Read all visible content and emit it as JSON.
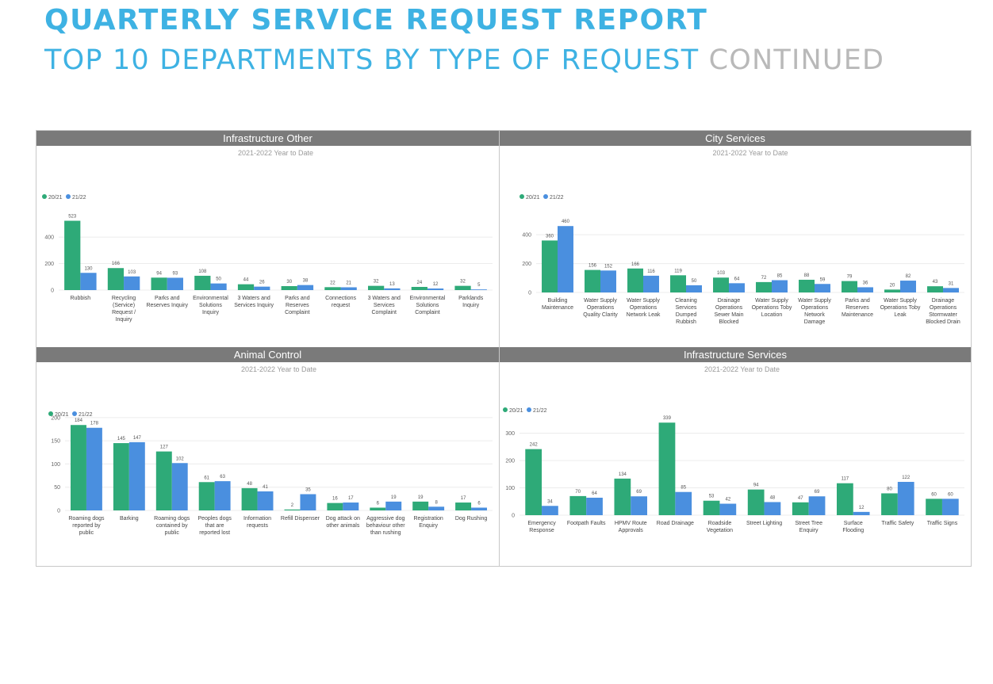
{
  "header": {
    "title": "QUARTERLY SERVICE REQUEST REPORT",
    "subtitle_main": "TOP 10 DEPARTMENTS BY TYPE OF REQUEST",
    "subtitle_continued": "CONTINUED"
  },
  "colors": {
    "series_2021": "#2eaa78",
    "series_2122": "#4a8fdf",
    "panel_header": "#7a7a7a"
  },
  "chart_data": [
    {
      "type": "bar",
      "title": "Infrastructure Other",
      "subtitle": "2021-2022 Year to Date",
      "legend": "top-left",
      "ylim": [
        0,
        580
      ],
      "yticks": [
        0,
        200,
        400
      ],
      "categories": [
        [
          "Rubbish"
        ],
        [
          "Recycling",
          "(Service)",
          "Request /",
          "Inquiry"
        ],
        [
          "Parks and",
          "Reserves Inquiry"
        ],
        [
          "Environmental",
          "Solutions",
          "Inquiry"
        ],
        [
          "3 Waters and",
          "Services Inquiry"
        ],
        [
          "Parks and",
          "Reserves",
          "Complaint"
        ],
        [
          "Connections",
          "request"
        ],
        [
          "3 Waters and",
          "Services",
          "Complaint"
        ],
        [
          "Environmental",
          "Solutions",
          "Complaint"
        ],
        [
          "Parklands",
          "Inquiry"
        ]
      ],
      "series": [
        {
          "name": "20/21",
          "values": [
            523,
            166,
            94,
            108,
            44,
            30,
            22,
            32,
            24,
            32
          ]
        },
        {
          "name": "21/22",
          "values": [
            130,
            103,
            93,
            50,
            26,
            38,
            21,
            13,
            12,
            5
          ]
        }
      ]
    },
    {
      "type": "bar",
      "title": "City Services",
      "subtitle": "2021-2022 Year to Date",
      "legend": "top-left",
      "ylim": [
        0,
        560
      ],
      "yticks": [
        0,
        200,
        400
      ],
      "categories": [
        [
          "Building",
          "Maintenance"
        ],
        [
          "Water Supply",
          "Operations",
          "Quality Clarity"
        ],
        [
          "Water Supply",
          "Operations",
          "Network Leak"
        ],
        [
          "Cleaning",
          "Services",
          "Dumped",
          "Rubbish"
        ],
        [
          "Drainage",
          "Operations",
          "Sewer Main",
          "Blocked"
        ],
        [
          "Water Supply",
          "Operations Toby",
          "Location"
        ],
        [
          "Water Supply",
          "Operations",
          "Network",
          "Damage"
        ],
        [
          "Parks and",
          "Reserves",
          "Maintenance"
        ],
        [
          "Water Supply",
          "Operations Toby",
          "Leak"
        ],
        [
          "Drainage",
          "Operations",
          "Stormwater",
          "Blocked Drain"
        ]
      ],
      "series": [
        {
          "name": "20/21",
          "values": [
            360,
            156,
            166,
            119,
            103,
            72,
            88,
            79,
            20,
            43
          ]
        },
        {
          "name": "21/22",
          "values": [
            460,
            152,
            116,
            50,
            64,
            85,
            59,
            36,
            82,
            31
          ]
        }
      ]
    },
    {
      "type": "bar",
      "title": "Animal Control",
      "subtitle": "2021-2022 Year to Date",
      "legend": "top-left",
      "ylim": [
        0,
        210
      ],
      "yticks": [
        0,
        50,
        100,
        150,
        200
      ],
      "categories": [
        [
          "Roaming dogs",
          "reported by",
          "public"
        ],
        [
          "Barking"
        ],
        [
          "Roaming dogs",
          "contained by",
          "public"
        ],
        [
          "Peoples dogs",
          "that are",
          "reported lost"
        ],
        [
          "Information",
          "requests"
        ],
        [
          "Refill Dispenser"
        ],
        [
          "Dog attack on",
          "other animals"
        ],
        [
          "Aggressive dog",
          "behaviour other",
          "than rushing"
        ],
        [
          "Registration",
          "Enquiry"
        ],
        [
          "Dog Rushing"
        ]
      ],
      "series": [
        {
          "name": "20/21",
          "values": [
            184,
            145,
            127,
            61,
            48,
            2,
            16,
            6,
            19,
            17
          ]
        },
        {
          "name": "21/22",
          "values": [
            178,
            147,
            102,
            63,
            41,
            35,
            17,
            19,
            8,
            6
          ]
        }
      ]
    },
    {
      "type": "bar",
      "title": "Infrastructure Services",
      "subtitle": "2021-2022 Year to Date",
      "legend": "top-left",
      "ylim": [
        0,
        360
      ],
      "yticks": [
        0,
        100,
        200,
        300
      ],
      "categories": [
        [
          "Emergency",
          "Response"
        ],
        [
          "Footpath Faults"
        ],
        [
          "HPMV Route",
          "Approvals"
        ],
        [
          "Road Drainage"
        ],
        [
          "Roadside",
          "Vegetation"
        ],
        [
          "Street Lighting"
        ],
        [
          "Street Tree",
          "Enquiry"
        ],
        [
          "Surface",
          "Flooding"
        ],
        [
          "Traffic Safety"
        ],
        [
          "Traffic Signs"
        ]
      ],
      "series": [
        {
          "name": "20/21",
          "values": [
            242,
            70,
            134,
            339,
            53,
            94,
            47,
            117,
            80,
            60
          ]
        },
        {
          "name": "21/22",
          "values": [
            34,
            64,
            69,
            85,
            42,
            48,
            69,
            12,
            122,
            60
          ]
        }
      ]
    }
  ]
}
